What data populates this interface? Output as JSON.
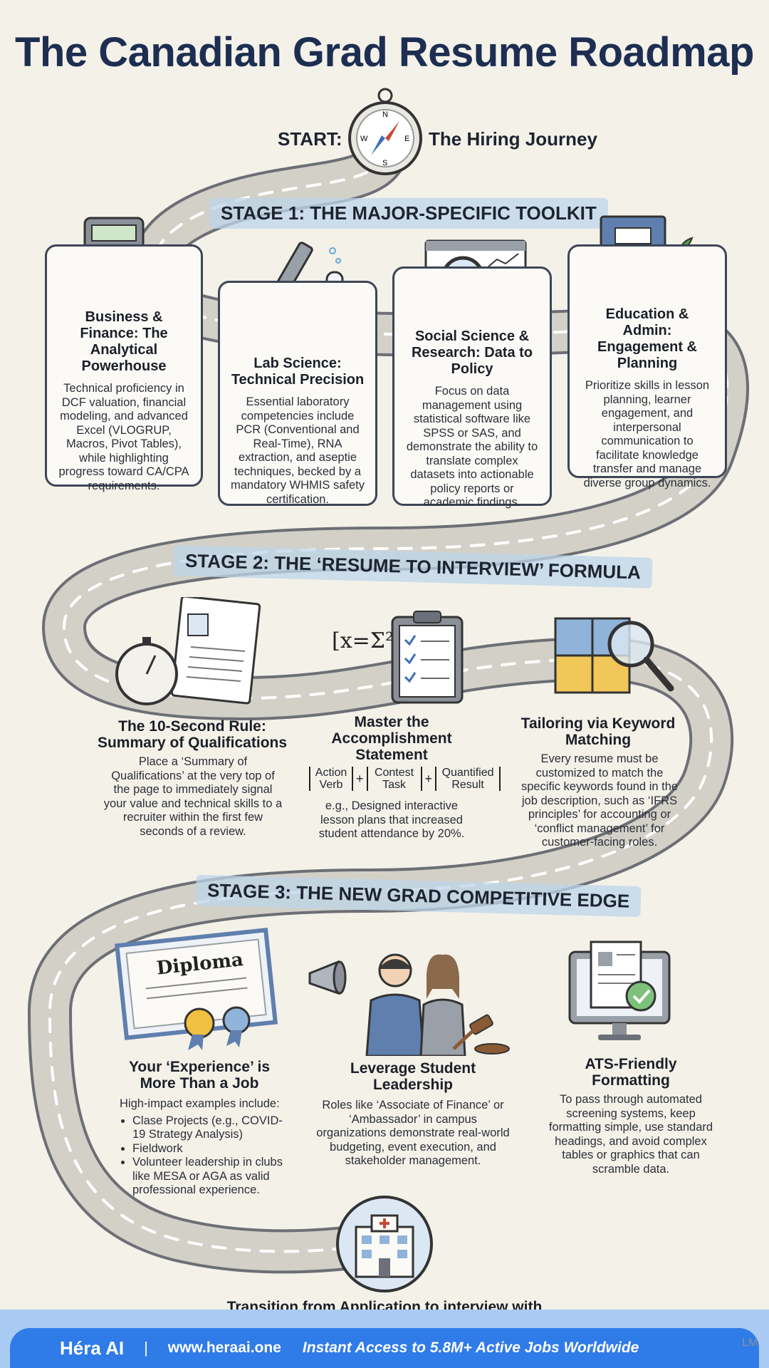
{
  "title": "The Canadian Grad Resume Roadmap",
  "start": {
    "label": "START:",
    "journey": "The Hiring Journey"
  },
  "stage1": {
    "banner": "STAGE 1: THE MAJOR-SPECIFIC TOOLKIT",
    "cards": [
      {
        "title": "Business & Finance: The Analytical Powerhouse",
        "body": "Technical proficiency in DCF valuation, financial modeling, and advanced Excel (VLOGRUP, Macros, Pivot Tables), while highlighting progress toward CA/CPA requirements."
      },
      {
        "title": "Lab Science: Technical Precision",
        "body": "Essential laboratory competencies include PCR (Conventional and Real-Time), RNA extraction, and aseptie techniques, becked by a mandatory WHMIS safety certification."
      },
      {
        "title": "Social Science & Research: Data to Policy",
        "body": "Focus on data management using statistical software like SPSS or SAS, and demonstrate the ability to translate complex datasets into actionable policy reports or academic findings."
      },
      {
        "title": "Education & Admin: Engagement & Planning",
        "body": "Prioritize skills in lesson planning, learner engagement, and interpersonal communication to facilitate knowledge transfer and manage diverse group dynamics."
      }
    ]
  },
  "stage2": {
    "banner": "STAGE 2: THE ‘RESUME TO INTERVIEW’ FORMULA",
    "formula_icon": "[x=Σ²",
    "items": [
      {
        "title": "The 10-Second Rule: Summary of Qualifications",
        "body": "Place a ‘Summary of Qualifications’ at the very top of the page to immediately signal your value and technical skills to a recruiter within the first few seconds of a review."
      },
      {
        "title": "Master the Accomplishment Statement",
        "formula": {
          "a": "Action Verb",
          "b": "Contest Task",
          "c": "Quantified Result",
          "plus": "+"
        },
        "body": "e.g., Designed interactive lesson plans that increased student attendance by 20%."
      },
      {
        "title": "Tailoring via Keyword Matching",
        "body": "Every resume must be customized to match the specific keywords found in the job description, such as ‘IFRS principles’ for accounting or ‘conflict management’ for customer-facing roles."
      }
    ]
  },
  "stage3": {
    "banner": "STAGE 3: THE NEW GRAD COMPETITIVE EDGE",
    "diploma_text": "Diploma",
    "items": [
      {
        "title": "Your ‘Experience’ is More Than a Job",
        "intro": "High-impact examples include:",
        "list": [
          "Clase Projects (e.g., COVID-19 Strategy Analysis)",
          "Fieldwork",
          "Volunteer leadership in clubs like MESA or AGA as valid professional experience."
        ]
      },
      {
        "title": "Leverage Student Leadership",
        "body": "Roles like ‘Associate of Finance’ or ‘Ambassador’ in campus organizations demonstrate real-world budgeting, event execution, and stakeholder management."
      },
      {
        "title": "ATS-Friendly Formatting",
        "body": "To pass through automated screening systems, keep formatting simple, use standard headings, and avoid complex tables or graphics that can scramble data."
      }
    ]
  },
  "finish": "Transition from Application to interview with Confidence",
  "footer": {
    "brand": "Héra AI",
    "separator": "|",
    "url": "www.heraai.one",
    "tagline": "Instant Access to 5.8M+ Active Jobs Worldwide",
    "corner": "LM"
  },
  "colors": {
    "navy": "#1d2e52",
    "road": "#c9c6bd",
    "banner_bg": "#bed6ea",
    "footer_blue": "#2f7be8"
  }
}
